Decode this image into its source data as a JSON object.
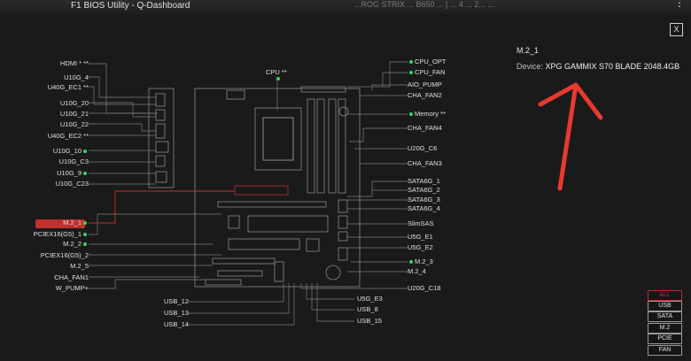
{
  "window": {
    "title": "F1 BIOS Utility - Q-Dashboard",
    "top_text": "...ROG STRIX ... B650 ... | ... 4 ... 2... ...",
    "menu_dots": "⋮"
  },
  "close_button": {
    "label": "X"
  },
  "selected_device": {
    "name": "M.2_1",
    "device_label": "Device:",
    "device_value": "XPG GAMMIX S70 BLADE 2048.4GB"
  },
  "annotation": {
    "arrow_color": "#e8392f"
  },
  "labels_left": [
    {
      "text": "HDMI * **",
      "dot": false
    },
    {
      "text": "U10G_4",
      "dot": false
    },
    {
      "text": "U40G_EC1 **",
      "dot": false
    },
    {
      "text": "U10G_20",
      "dot": false
    },
    {
      "text": "U10G_21",
      "dot": false
    },
    {
      "text": "U10G_22",
      "dot": false
    },
    {
      "text": "U40G_EC2 **",
      "dot": false
    },
    {
      "text": "U10G_10",
      "dot": true
    },
    {
      "text": "U10G_C3",
      "dot": false
    },
    {
      "text": "U10G_9",
      "dot": true
    },
    {
      "text": "U10G_C23",
      "dot": false
    }
  ],
  "labels_left_lower": [
    {
      "text": "M.2_1",
      "dot": true
    },
    {
      "text": "PCIEX16(G5)_1",
      "dot": true
    },
    {
      "text": "M.2_2",
      "dot": true
    },
    {
      "text": "PCIEX16(G5)_2",
      "dot": false
    },
    {
      "text": "M.2_5",
      "dot": false
    },
    {
      "text": "CHA_FAN1",
      "dot": false
    },
    {
      "text": "W_PUMP+",
      "dot": false
    }
  ],
  "labels_right": [
    {
      "text": "CPU_OPT",
      "dot": true
    },
    {
      "text": "CPU_FAN",
      "dot": true
    },
    {
      "text": "AIO_PUMP",
      "dot": false
    },
    {
      "text": "CHA_FAN2",
      "dot": false
    },
    {
      "text": "Memory **",
      "dot": true
    },
    {
      "text": "CHA_FAN4",
      "dot": false
    },
    {
      "text": "U20G_C6",
      "dot": false
    },
    {
      "text": "CHA_FAN3",
      "dot": false
    },
    {
      "text": "SATA6G_1",
      "dot": false
    },
    {
      "text": "SATA6G_2",
      "dot": false
    },
    {
      "text": "SATA6G_3",
      "dot": false
    },
    {
      "text": "SATA6G_4",
      "dot": false
    },
    {
      "text": "SlimSAS",
      "dot": false
    },
    {
      "text": "U5G_E1",
      "dot": false
    },
    {
      "text": "U5G_E2",
      "dot": false
    },
    {
      "text": "M.2_3",
      "dot": true
    },
    {
      "text": "M.2_4",
      "dot": false
    },
    {
      "text": "U20G_C18",
      "dot": false
    }
  ],
  "labels_bottom": [
    {
      "text": "USB_12"
    },
    {
      "text": "USB_13"
    },
    {
      "text": "USB_14"
    },
    {
      "text": "U5G_E3"
    },
    {
      "text": "USB_8"
    },
    {
      "text": "USB_15"
    }
  ],
  "cpu_label": "CPU **",
  "filters": [
    {
      "label": "ALL",
      "active": true
    },
    {
      "label": "USB",
      "active": false
    },
    {
      "label": "SATA",
      "active": false
    },
    {
      "label": "M.2",
      "active": false
    },
    {
      "label": "PCIE",
      "active": false
    },
    {
      "label": "FAN",
      "active": false
    }
  ]
}
